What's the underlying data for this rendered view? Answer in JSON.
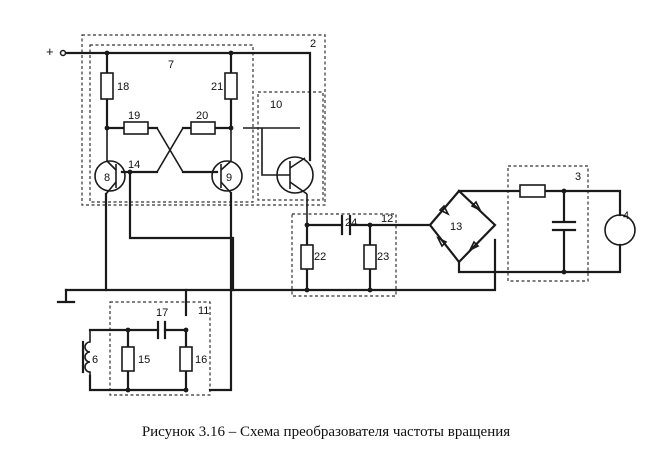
{
  "diagram": {
    "terminal_plus": "+",
    "labels": {
      "n2": "2",
      "n3": "3",
      "n4": "4",
      "n6": "6",
      "n7": "7",
      "n8": "8",
      "n9": "9",
      "n10": "10",
      "n11": "11",
      "n12": "12",
      "n13": "13",
      "n14": "14",
      "n15": "15",
      "n16": "16",
      "n17": "17",
      "n18": "18",
      "n19": "19",
      "n20": "20",
      "n21": "21",
      "n22": "22",
      "n23": "23",
      "n24": "24"
    }
  },
  "caption": "Рисунок 3.16 – Схема преобразователя частоты вращения"
}
